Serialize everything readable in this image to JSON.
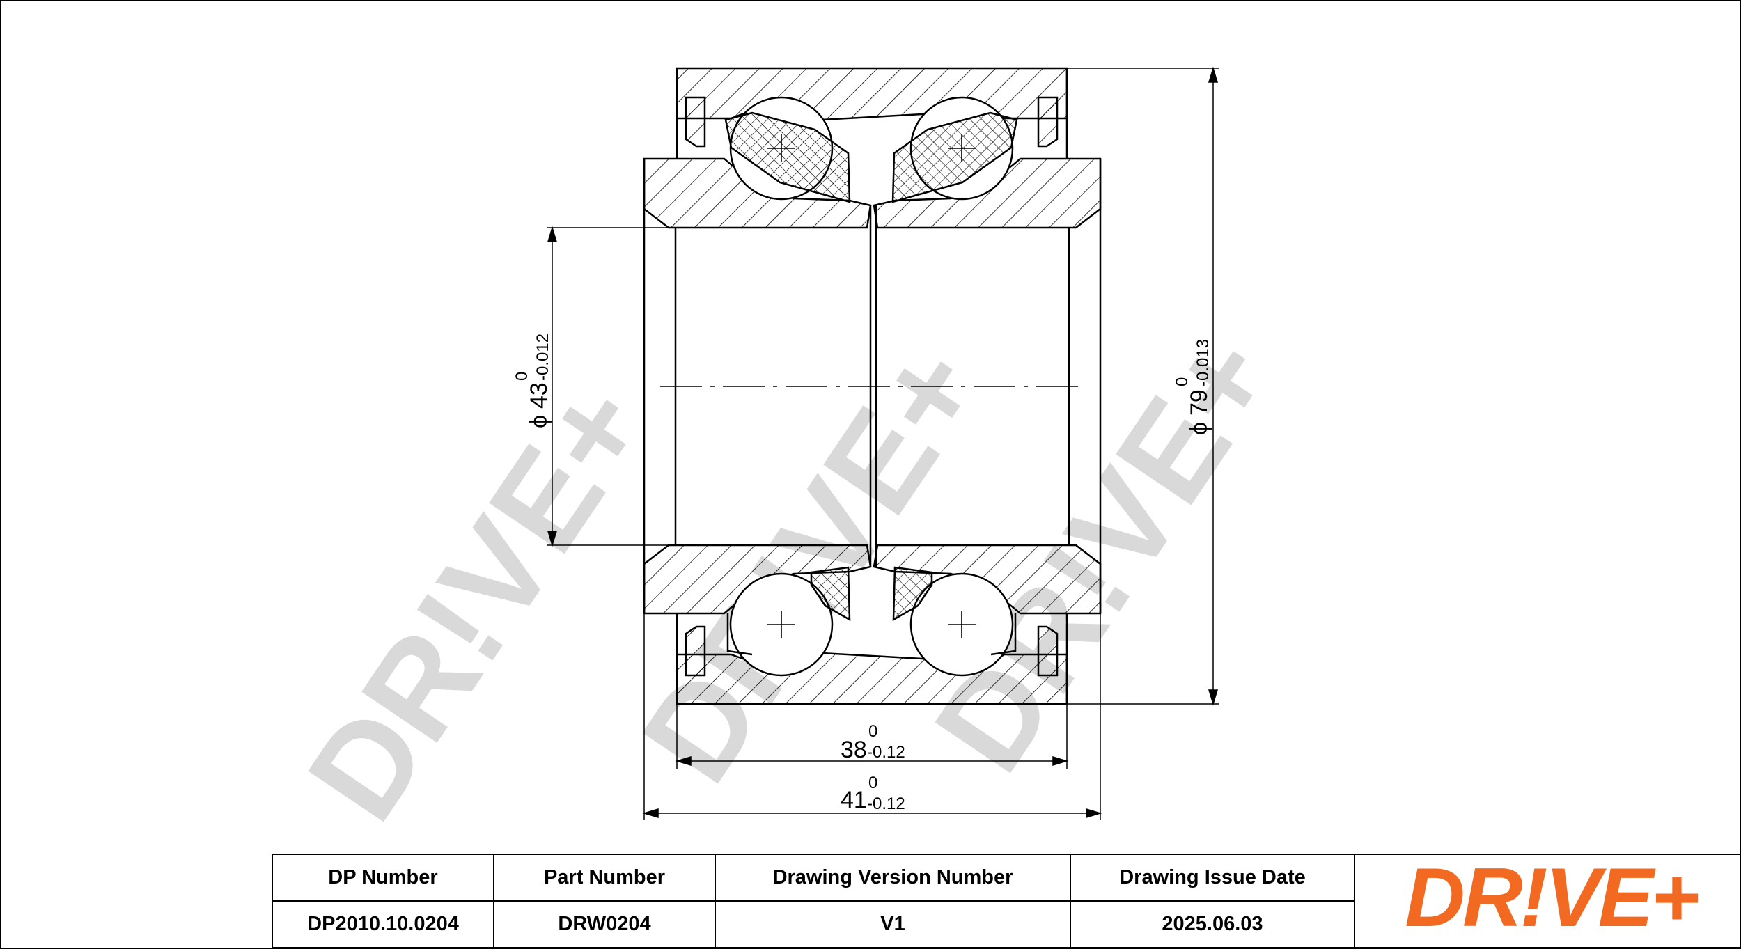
{
  "watermark": "DR!VE+",
  "dimensions": {
    "inner_diameter": {
      "prefix": "ϕ",
      "nominal": "43",
      "upper_tol": "0",
      "lower_tol": "-0.012"
    },
    "outer_diameter": {
      "prefix": "ϕ",
      "nominal": "79",
      "upper_tol": "0",
      "lower_tol": "-0.013"
    },
    "outer_width": {
      "nominal": "38",
      "upper_tol": "0",
      "lower_tol": "-0.12"
    },
    "inner_width": {
      "nominal": "41",
      "upper_tol": "0",
      "lower_tol": "-0.12"
    }
  },
  "title_block": {
    "headers": {
      "dp_number": "DP Number",
      "part_number": "Part Number",
      "version": "Drawing Version Number",
      "issue_date": "Drawing Issue Date"
    },
    "values": {
      "dp_number": "DP2010.10.0204",
      "part_number": "DRW0204",
      "version": "V1",
      "issue_date": "2025.06.03"
    }
  },
  "logo": {
    "text": "DR!VE+",
    "color": "#F26A21"
  },
  "colors": {
    "line": "#000000",
    "watermark": "#D9D9D9"
  }
}
